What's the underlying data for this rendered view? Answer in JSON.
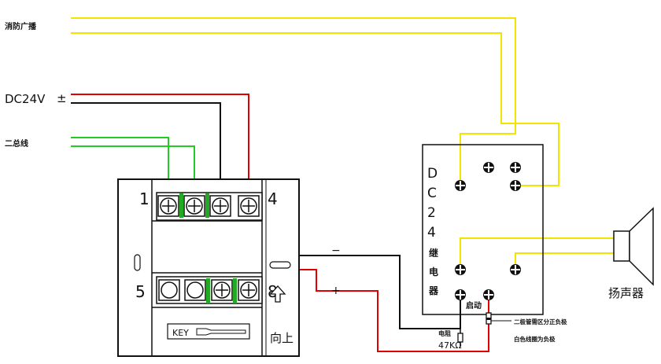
{
  "labels": {
    "fire_broadcast": "消防广播",
    "dc24v": "DC24V",
    "plus_minus": "±",
    "two_bus": "二总线",
    "terminal_1": "1",
    "terminal_4": "4",
    "terminal_5": "5",
    "terminal_8": "8",
    "key": "KEY",
    "upward": "向上",
    "minus": "−",
    "plus": "+",
    "relay_chars": [
      "D",
      "C",
      "2",
      "4",
      "继",
      "电",
      "器"
    ],
    "start": "启动",
    "resistor": "电阻",
    "resistor_value": "47KΩ",
    "diode_note_1": "二极管需区分正负极",
    "diode_note_2": "白色线圈为负极",
    "speaker": "扬声器"
  },
  "colors": {
    "yellow_wire": "#f2e600",
    "red_wire": "#e00000",
    "green_wire": "#22cc22",
    "black_wire": "#111111"
  }
}
